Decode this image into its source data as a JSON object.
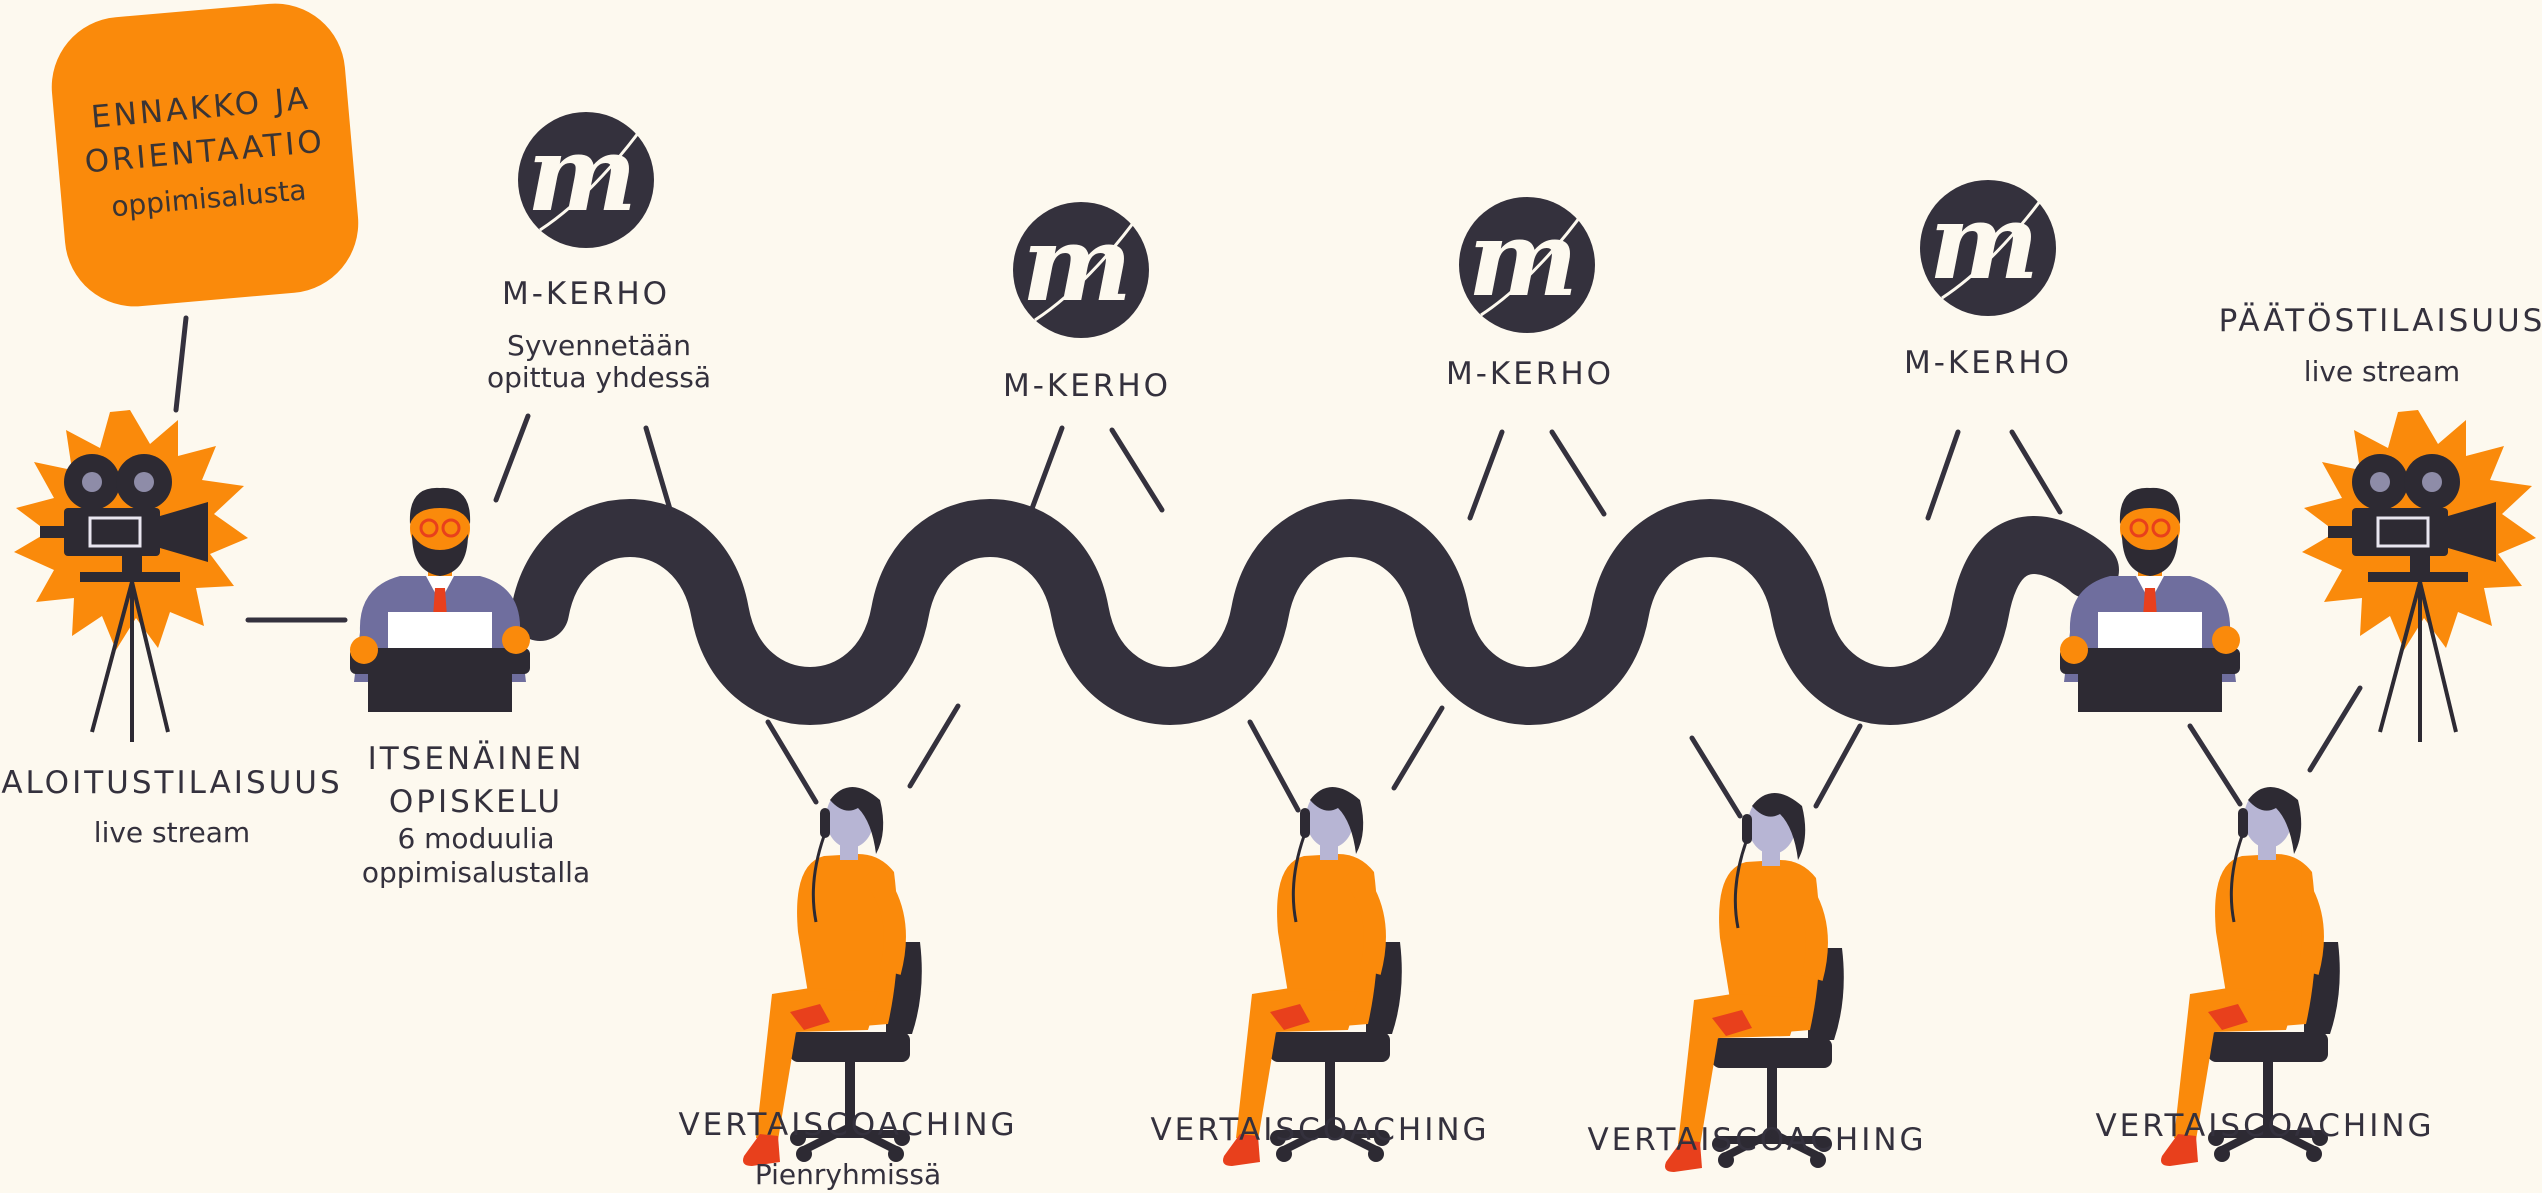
{
  "colors": {
    "background": "#fdf9ef",
    "dark": "#34313d",
    "orange": "#fa8a0b",
    "purple": "#6f6e9e",
    "accent_red": "#e8401c"
  },
  "icons": {
    "m_logo_letter": "m",
    "start_camera": "film-camera-icon",
    "end_camera": "film-camera-icon",
    "students": "man-typewriter-icon",
    "coaching": "woman-phone-chair-icon"
  },
  "start_box": {
    "title_line1": "ENNAKKO JA",
    "title_line2": "ORIENTAATIO",
    "subtitle": "oppimisalusta"
  },
  "start_event": {
    "title": "ALOITUSTILAISUUS",
    "subtitle": "live stream"
  },
  "independent_study": {
    "title_line1": "ITSENÄINEN",
    "title_line2": "OPISKELU",
    "sub_line1": "6 moduulia",
    "sub_line2": "oppimisalustalla"
  },
  "m_clubs": [
    {
      "title": "M-KERHO",
      "sub_line1": "Syvennetään",
      "sub_line2": "opittua yhdessä"
    },
    {
      "title": "M-KERHO"
    },
    {
      "title": "M-KERHO"
    },
    {
      "title": "M-KERHO"
    }
  ],
  "coachings": [
    {
      "title": "VERTAISCOACHING",
      "subtitle": "Pienryhmissä"
    },
    {
      "title": "VERTAISCOACHING"
    },
    {
      "title": "VERTAISCOACHING"
    },
    {
      "title": "VERTAISCOACHING"
    }
  ],
  "end_event": {
    "title": "PÄÄTÖSTILAISUUS",
    "subtitle": "live stream"
  }
}
